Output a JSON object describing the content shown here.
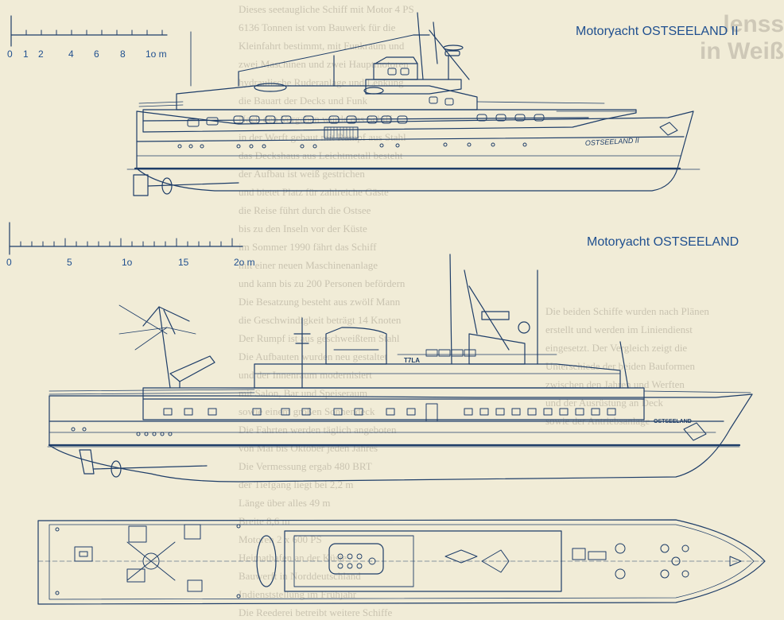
{
  "captions": {
    "ship1": "Motoryacht OSTSEELAND II",
    "ship2": "Motoryacht OSTSEELAND"
  },
  "hull_lettering": {
    "ship1": "OSTSEELAND II",
    "ship2": "OSTSEELAND",
    "funnel_code": "T7LA"
  },
  "scale1": {
    "ticks": [
      "0",
      "1",
      "2",
      "4",
      "6",
      "8",
      "1o m"
    ]
  },
  "scale2": {
    "ticks": [
      "0",
      "5",
      "1o",
      "15",
      "2o m"
    ]
  },
  "show_through_heading": [
    "lenss",
    "in Weiß"
  ],
  "colors": {
    "paper": "#f1ecd7",
    "ink": "#1e3d68",
    "caption": "#1f4f8f"
  }
}
